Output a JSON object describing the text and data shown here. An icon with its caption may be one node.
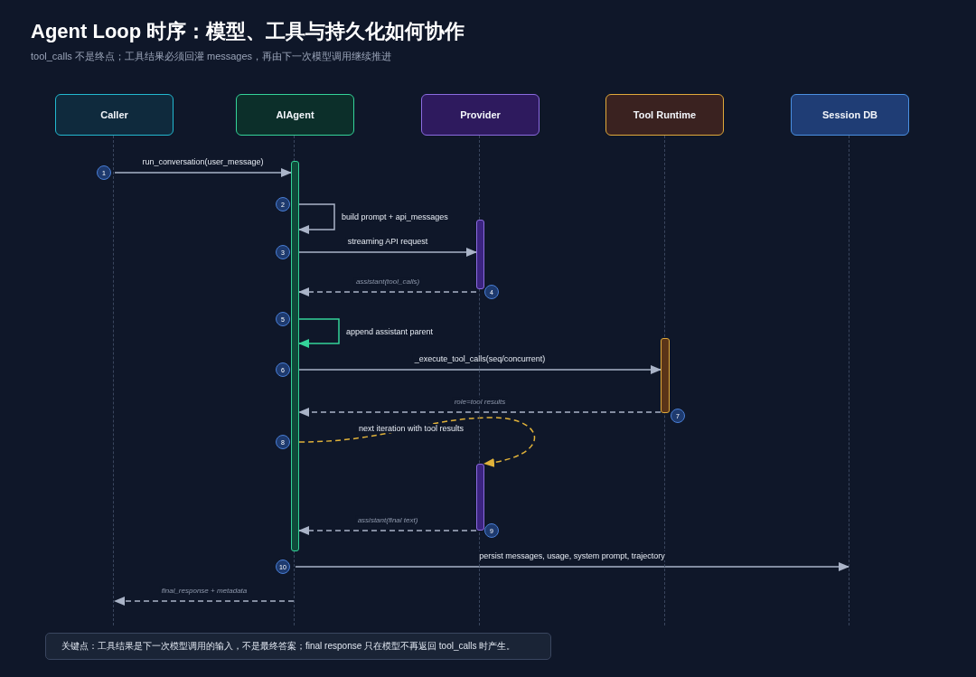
{
  "diagram": {
    "title": "Agent Loop 时序：模型、工具与持久化如何协作",
    "labels": [
      "tool_calls 不是终点；工具结果必须回灌 messages，再由下一次模型调用继续推进"
    ],
    "nodes": [
      {
        "text": [
          "Caller"
        ]
      },
      {
        "text": [
          "AIAgent"
        ]
      },
      {
        "text": [
          "Provider"
        ]
      },
      {
        "text": [
          "Tool Runtime"
        ]
      },
      {
        "text": [
          "Session DB"
        ]
      },
      {
        "text": [],
        "shape": "line"
      },
      {
        "text": [],
        "shape": "line"
      },
      {
        "text": [],
        "shape": "line"
      },
      {
        "text": [],
        "shape": "line"
      },
      {
        "text": [],
        "shape": "line"
      },
      {
        "text": [],
        "shape": "bar"
      },
      {
        "text": [],
        "shape": "bar"
      },
      {
        "text": [],
        "shape": "bar"
      },
      {
        "text": [],
        "shape": "bar"
      },
      {
        "text": [
          "1"
        ]
      },
      {
        "text": [
          "2"
        ]
      },
      {
        "text": [
          "3"
        ]
      },
      {
        "text": [
          "4"
        ]
      },
      {
        "text": [
          "5"
        ]
      },
      {
        "text": [
          "6"
        ]
      },
      {
        "text": [
          "7"
        ]
      },
      {
        "text": [
          "8"
        ]
      },
      {
        "text": [
          "9"
        ]
      },
      {
        "text": [
          "10"
        ]
      },
      {
        "text": [
          "关键点：工具结果是下一次模型调用的输入，不是最终答案；final response 只在模型不再返回 tool_calls 时产生。"
        ]
      }
    ],
    "edges": [
      {
        "from": 5,
        "to": 10,
        "arrow": "to",
        "label": "run_conversation(user_message)"
      },
      {
        "from": 10,
        "to": 10,
        "arrow": "to",
        "label": "build prompt + api_messages"
      },
      {
        "from": 10,
        "to": 11,
        "arrow": "to",
        "label": "streaming API request"
      },
      {
        "from": 11,
        "to": 10,
        "arrow": "to",
        "label": "assistant(tool_calls)",
        "style": "dashed"
      },
      {
        "from": 10,
        "to": 10,
        "arrow": "to",
        "label": "append assistant parent",
        "color": "#34d399"
      },
      {
        "from": 10,
        "to": 12,
        "arrow": "to",
        "label": "_execute_tool_calls(seq/concurrent)"
      },
      {
        "from": 12,
        "to": 10,
        "arrow": "to",
        "label": "role=tool results",
        "style": "dashed"
      },
      {
        "from": 10,
        "to": 13,
        "arrow": "to",
        "label": "next iteration with tool results",
        "style": "dashed",
        "color": "#e0b23a"
      },
      {
        "from": 13,
        "to": 10,
        "arrow": "to",
        "label": "assistant(final text)",
        "style": "dashed"
      },
      {
        "from": 6,
        "to": 9,
        "arrow": "to",
        "label": "persist messages, usage, system prompt, trajectory"
      },
      {
        "from": 6,
        "to": 5,
        "arrow": "to",
        "label": "final_response + metadata",
        "style": "dashed"
      }
    ]
  }
}
